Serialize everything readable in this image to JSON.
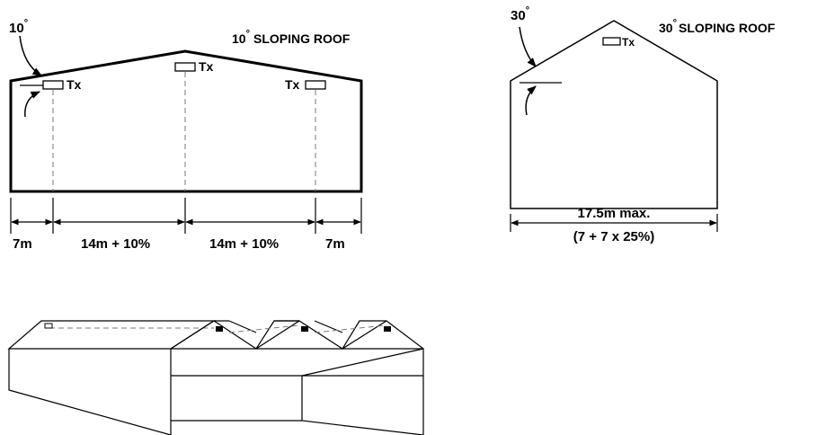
{
  "left_diagram": {
    "angle_label": "10",
    "title": "10",
    "title_suffix": "SLOPING ROOF",
    "tx_label": "Tx",
    "dims": [
      "7m",
      "14m + 10%",
      "14m + 10%",
      "7m"
    ]
  },
  "right_diagram": {
    "angle_label": "30",
    "title": "30",
    "title_suffix": "SLOPING ROOF",
    "tx_label": "Tx",
    "width_label": "17.5m max.",
    "width_formula": "(7 + 7 x 25%)"
  },
  "degree_symbol": "°"
}
